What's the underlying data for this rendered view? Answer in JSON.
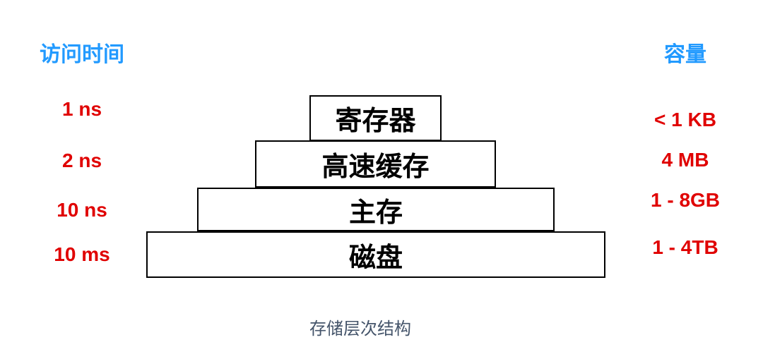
{
  "headers": {
    "access_time": "访问时间",
    "capacity": "容量"
  },
  "levels": [
    {
      "name": "寄存器",
      "access_time": "1 ns",
      "capacity": "< 1 KB"
    },
    {
      "name": "高速缓存",
      "access_time": "2 ns",
      "capacity": "4 MB"
    },
    {
      "name": "主存",
      "access_time": "10 ns",
      "capacity": "1 - 8GB"
    },
    {
      "name": "磁盘",
      "access_time": "10 ms",
      "capacity": "1 - 4TB"
    }
  ],
  "caption": "存储层次结构",
  "colors": {
    "header_blue": "#229AFF",
    "value_red": "#E00000",
    "box_border": "#000000",
    "caption_slate": "#44546A"
  }
}
